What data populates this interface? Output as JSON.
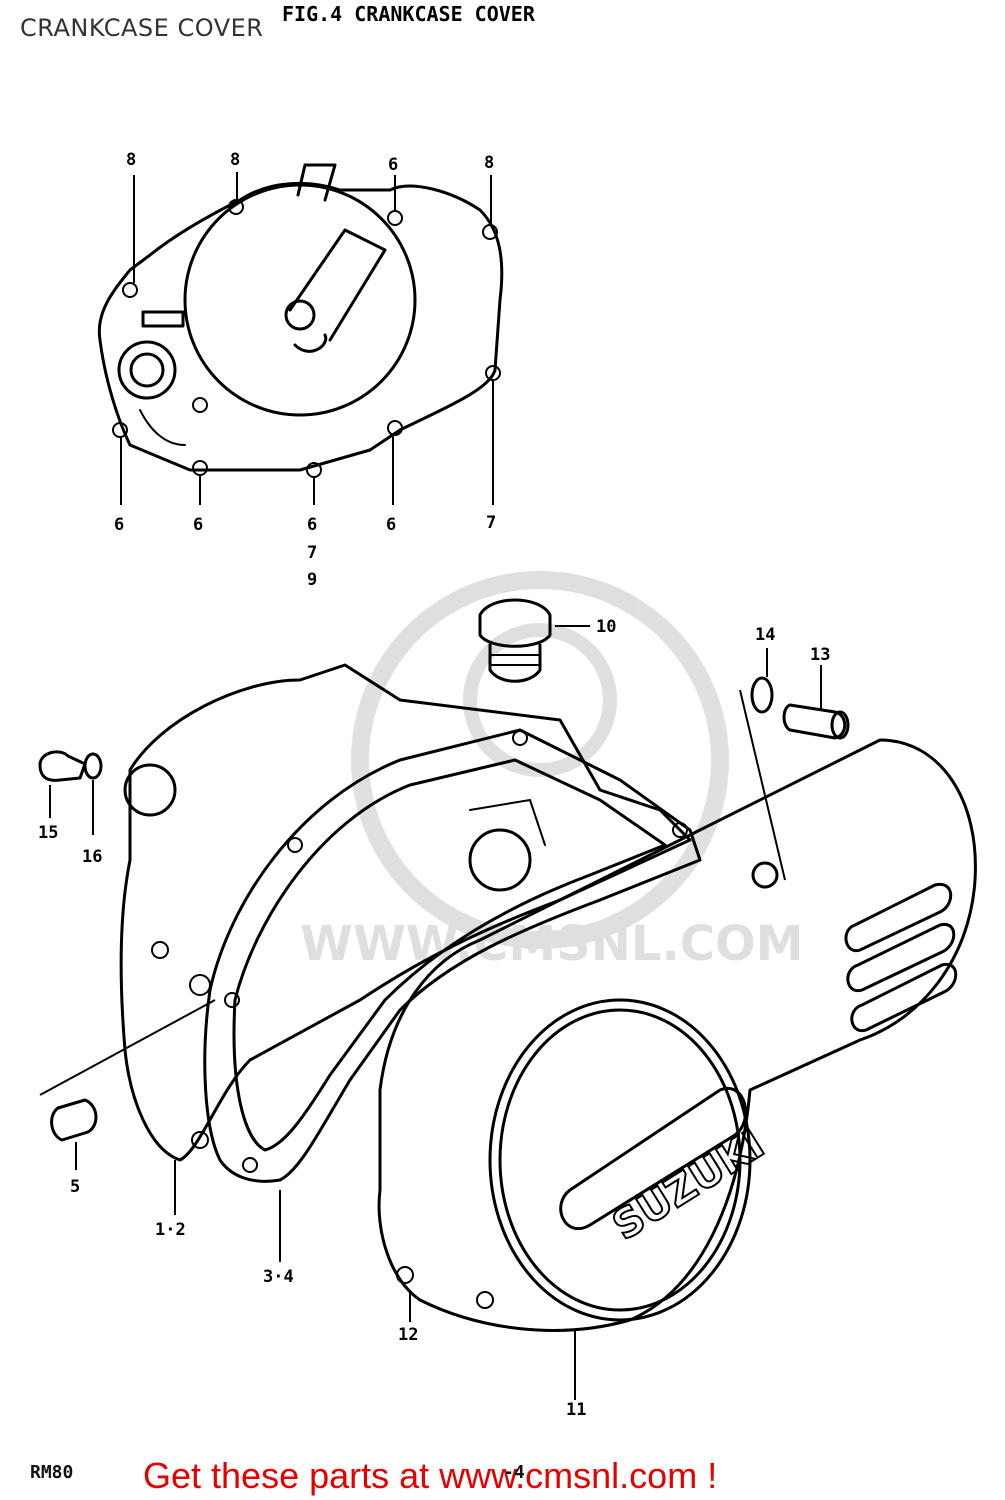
{
  "page_label": "CRANKCASE COVER",
  "figure_title": "FIG.4  CRANKCASE COVER",
  "model_label": "RM80",
  "footer": {
    "link_text": "Get these parts at www.cmsnl.com !",
    "page_fragment": "-4"
  },
  "brand_text": "SUZUKI",
  "watermark_text": "WWW.CMSNL.COM",
  "callouts": {
    "top_8a": "8",
    "top_8b": "8",
    "top_6": "6",
    "top_8c": "8",
    "bot_6a": "6",
    "bot_6b": "6",
    "bot_6c": "6",
    "bot_7c": "7",
    "bot_9": "9",
    "bot_6d": "6",
    "bot_7": "7",
    "p10": "10",
    "p14": "14",
    "p13": "13",
    "p15": "15",
    "p16": "16",
    "p5": "5",
    "p12a": "1·2",
    "p34": "3·4",
    "p12": "12",
    "p11": "11"
  }
}
